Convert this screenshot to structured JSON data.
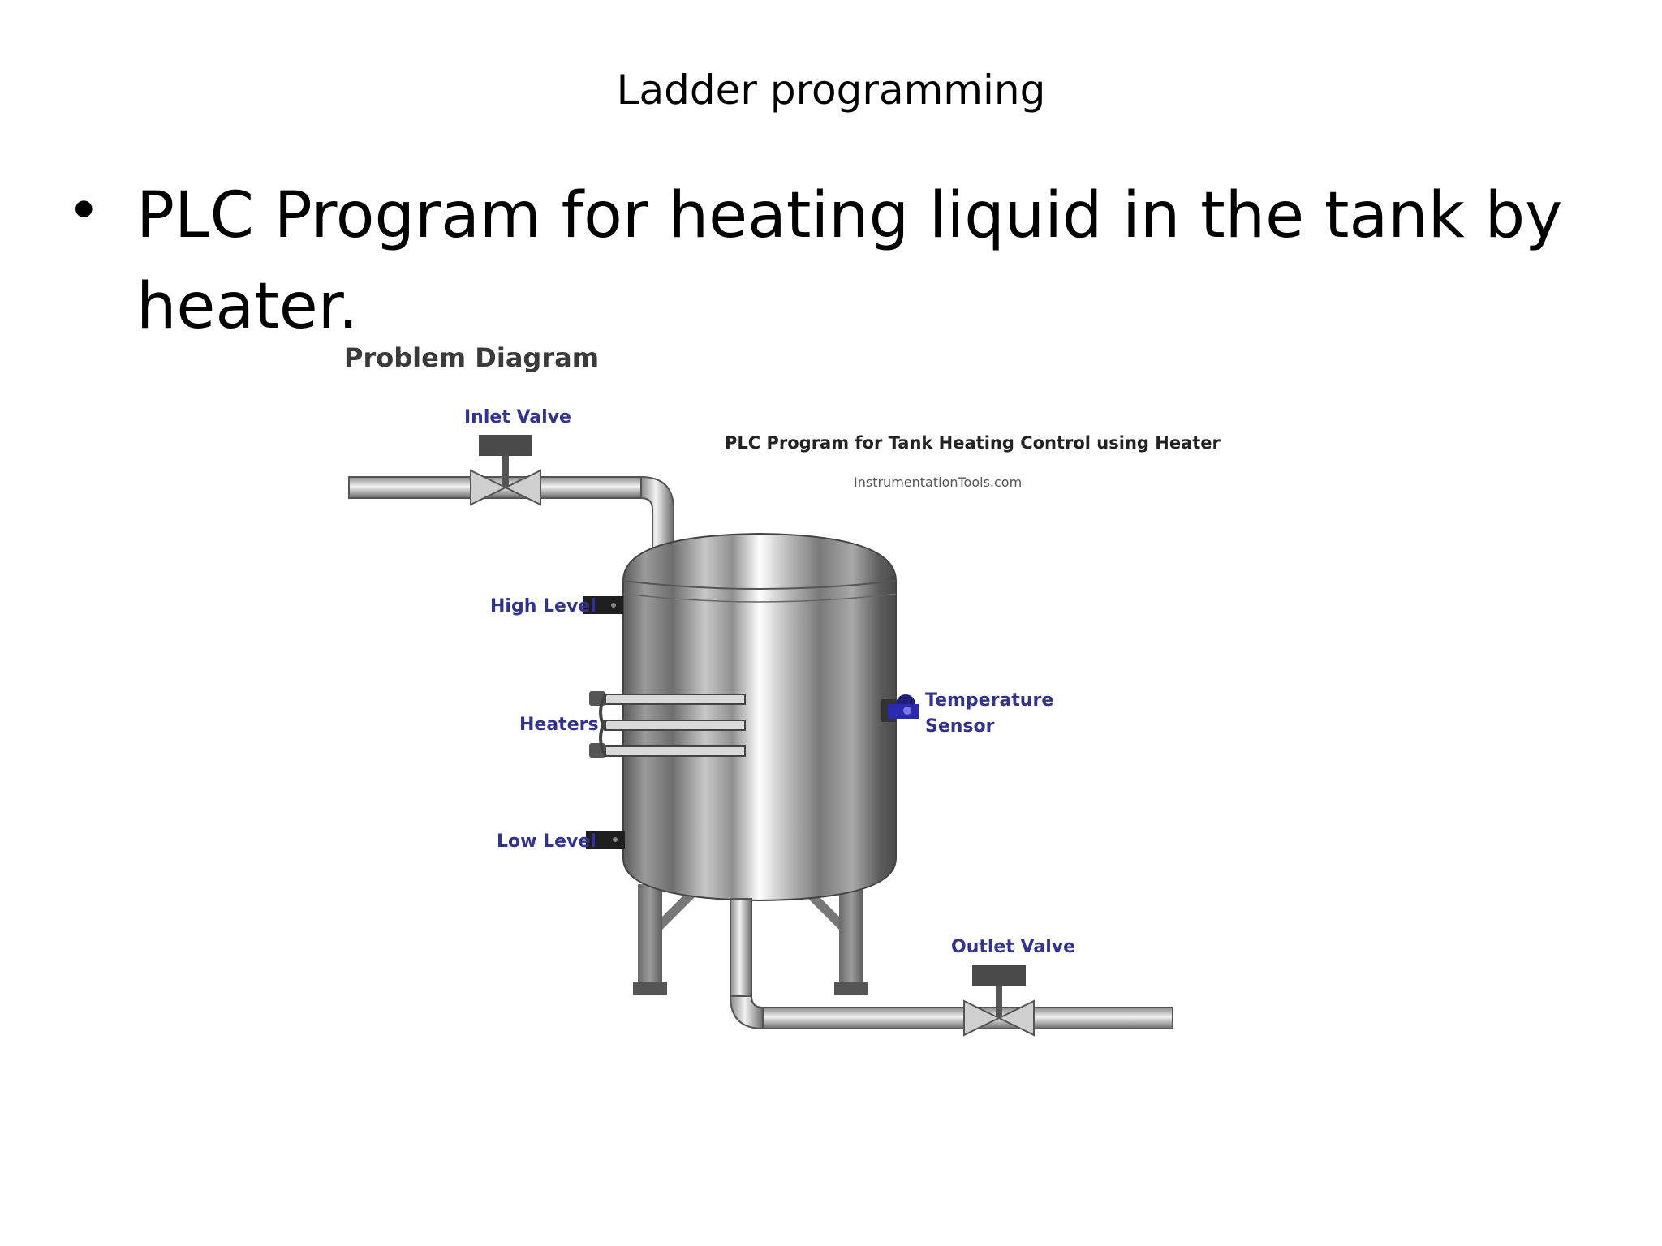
{
  "slide": {
    "title": "Ladder programming",
    "bullet": "PLC Program for heating liquid in the tank by heater."
  },
  "diagram": {
    "heading": "Problem Diagram",
    "figure_title": "PLC Program for Tank Heating Control using Heater",
    "credit": "InstrumentationTools.com",
    "labels": {
      "inlet_valve": "Inlet Valve",
      "high_level": "High Level",
      "heaters": "Heaters",
      "low_level": "Low Level",
      "temperature": "Temperature",
      "sensor": "Sensor",
      "outlet_valve": "Outlet Valve"
    },
    "label_color": "#33338a"
  }
}
